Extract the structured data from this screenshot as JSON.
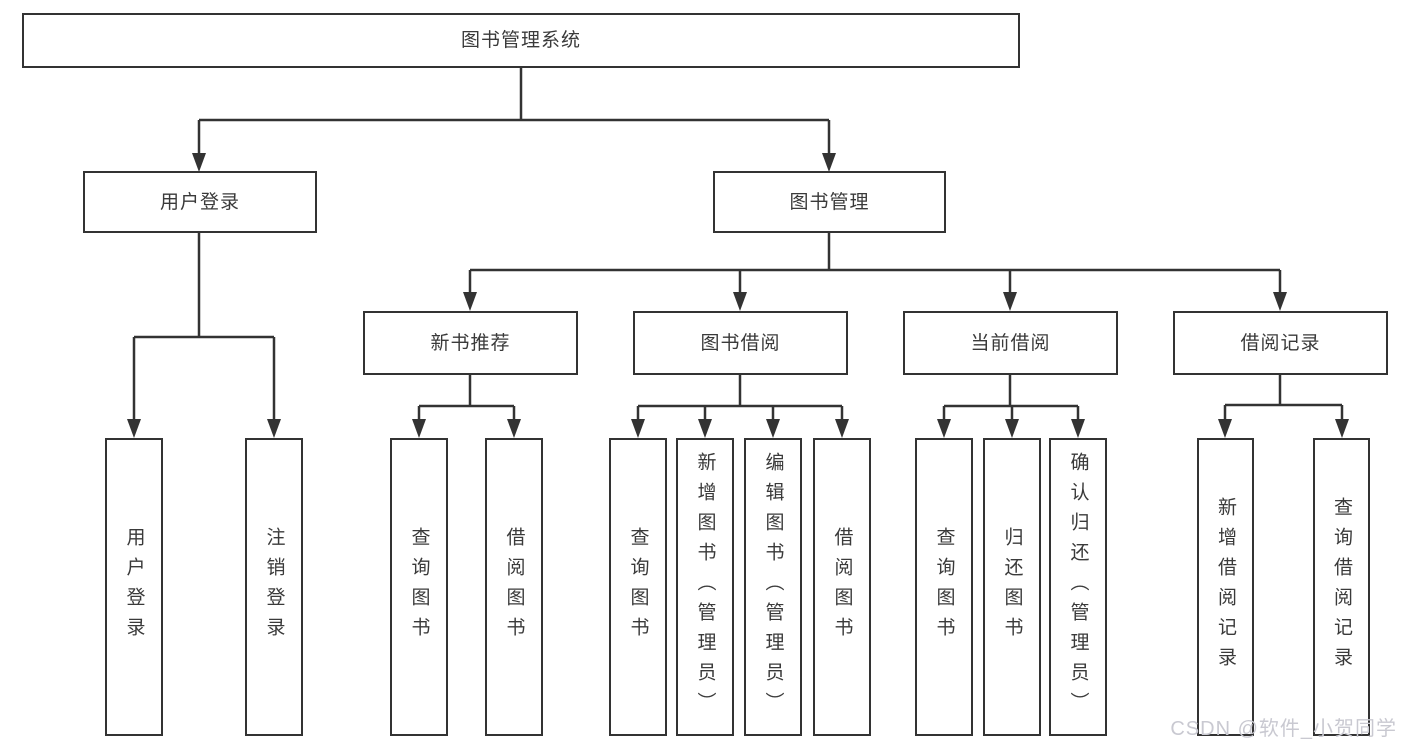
{
  "nodes": {
    "root": "图书管理系统",
    "user_login": "用户登录",
    "book_management": "图书管理",
    "new_book_recommend": "新书推荐",
    "book_borrowing": "图书借阅",
    "current_borrowing": "当前借阅",
    "borrowing_records": "借阅记录",
    "leaf_user_login": "用户登录",
    "leaf_user_logout": "注销登录",
    "leaf_newbook_query": "查询图书",
    "leaf_newbook_borrow": "借阅图书",
    "leaf_borrowing_query": "查询图书",
    "leaf_borrowing_add": "新增图书（管理员）",
    "leaf_borrowing_edit": "编辑图书（管理员）",
    "leaf_borrowing_borrow": "借阅图书",
    "leaf_current_query": "查询图书",
    "leaf_current_return": "归还图书",
    "leaf_current_confirm": "确认归还（管理员）",
    "leaf_records_add": "新增借阅记录",
    "leaf_records_query": "查询借阅记录"
  },
  "watermark": "CSDN @软件_小贺同学",
  "colors": {
    "line": "#333333",
    "text": "#3a3a3a",
    "box_background": "#ffffff",
    "page_background": "#ffffff",
    "watermark": "#c9c9d1"
  }
}
